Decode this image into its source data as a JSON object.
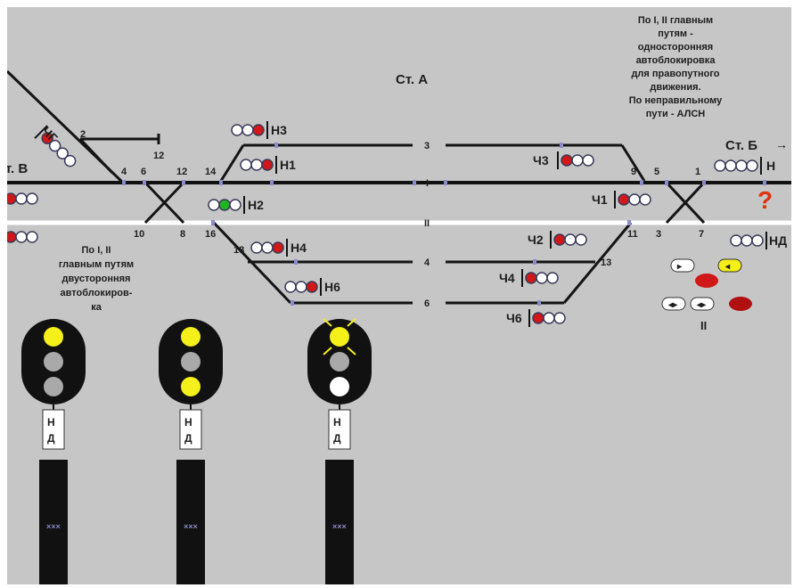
{
  "station_a": "Ст. А",
  "station_b": "Ст. Б",
  "station_v": "т. В",
  "note_top_right": [
    "По I, II главным",
    "путям -",
    "односторонняя",
    "автоблокировка",
    "для правопутного",
    "движения.",
    "По неправильному",
    "пути - АЛСН"
  ],
  "note_left": [
    "По I, II",
    "главным путям",
    "двусторонняя",
    "автоблокиров-",
    "ка"
  ],
  "track_labels": {
    "t3": "3",
    "t1": "I",
    "t2": "II",
    "t4": "4",
    "t6": "6"
  },
  "switch_numbers": [
    "2",
    "12",
    "4",
    "6",
    "12",
    "14",
    "10",
    "8",
    "16",
    "18",
    "9",
    "5",
    "1",
    "11",
    "3",
    "7",
    "13"
  ],
  "signals": {
    "chg": "ЧГ",
    "n3": "Н3",
    "n1": "Н1",
    "n2": "Н2",
    "n4": "Н4",
    "n6": "Н6",
    "ch3": "Ч3",
    "ch1": "Ч1",
    "ch2": "Ч2",
    "ch4": "Ч4",
    "ch6": "Ч6",
    "n": "Н",
    "nd": "НД"
  },
  "question_mark": "?",
  "panel_label": "II",
  "mast_plate": [
    "Н",
    "Д"
  ],
  "colors": {
    "background": "#c6c6c6",
    "red": "#d01818",
    "green": "#1fb51f",
    "yellow": "#f5ef1a",
    "white_track": "#ffffff",
    "question": "#e03010"
  }
}
